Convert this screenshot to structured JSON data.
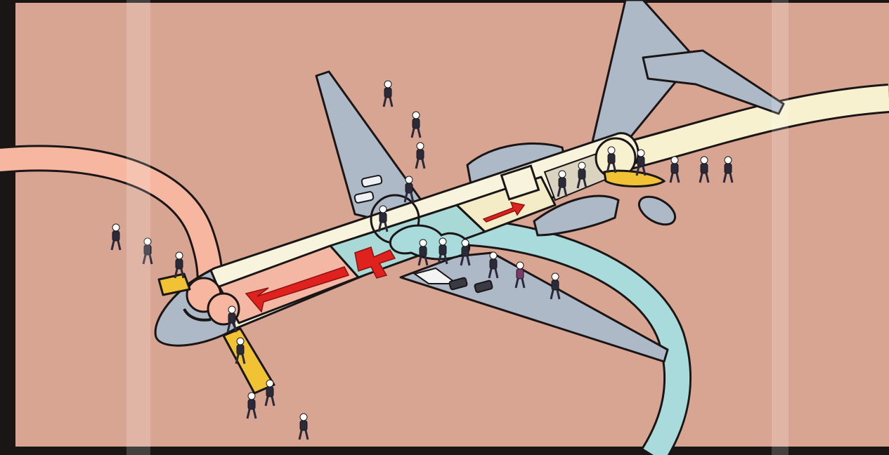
{
  "illustration": {
    "subject": "aircraft-evacuation-card",
    "colors": {
      "frame": "#1a1616",
      "background": "#d9a593",
      "fuselage": "#f7f3dd",
      "wing_metal": "#aeb9c8",
      "forward_cabin": "#f4b7a4",
      "overwing_cabin": "#a9d9d7",
      "aft_cabin": "#f4ecc7",
      "route_forward": "#f6b6a0",
      "route_overwing": "#a9dbdc",
      "route_aft": "#f8f1cf",
      "arrow": "#e0221f",
      "slide": "#f0c234",
      "passenger": "#2a2a3a"
    },
    "icons": [
      "red-direction-arrow",
      "escape-slide",
      "overwing-exit",
      "passenger-figure"
    ]
  }
}
